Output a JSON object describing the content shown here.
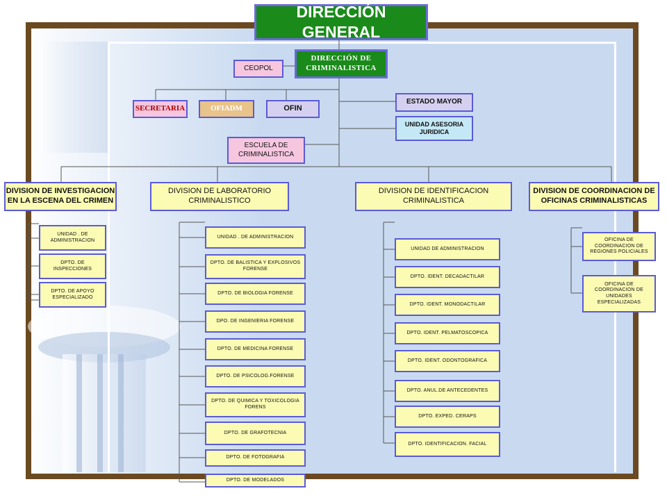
{
  "top": {
    "title": "DIRECCIÓN GENERAL",
    "crim": "DIRECCIÓN DE CRIMINALISTICA",
    "ceopol": "CEOPOL"
  },
  "staff": {
    "secretaria": "SECRETARIA",
    "ofiadm": "OFIADM",
    "ofin": "OFIN",
    "estado": "ESTADO MAYOR",
    "asesoria": "UNIDAD ASESORIA JURIDICA",
    "escuela": "ESCUELA DE CRIMINALISTICA"
  },
  "divisions": {
    "d1": "DIVISION DE INVESTIGACION EN LA ESCENA DEL CRIMEN",
    "d2": "DIVISION DE LABORATORIO CRIMINALISTICO",
    "d3": "DIVISION DE IDENTIFICACION CRIMINALISTICA",
    "d4": "DIVISION DE COORDINACION DE OFICINAS CRIMINALISTICAS"
  },
  "d1_units": [
    "UNIDAD . DE ADMINISTRACION",
    "DPTO. DE INSPECCIONES",
    "DPTO. DE APOYO ESPECIALIZADO"
  ],
  "d2_units": [
    "UNIDAD . DE ADMINISTRACION",
    "DPTO. DE BALISTICA Y EXPLOSIVOS FORENSE",
    "DPTO. DE BIOLOGIA FORENSE",
    "DPO. DE INGENIERIA FORENSE",
    "DPTO. DE MEDICINA FORENSE",
    "DPTO. DE PSICOLOG.FORENSE",
    "DPTO. DE QUIMICA Y TOXICOLOGIA FORENS",
    "DPTO. DE GRAFOTECNIA",
    "DPTO. DE FOTOGRAFIA",
    "DPTO. DE MODELADOS"
  ],
  "d3_units": [
    "UNIDAD DE ADMINISTRACION",
    "DPTO. IDENT. DECADACTILAR",
    "DPTO. IDENT. MONODACTILAR",
    "DPTO. IDENT. PELMATOSCOPICA",
    "DPTO. IDENT. ODONTOGRAFICA",
    "DPTO. ANUL.DE ANTECEDENTES",
    "DPTO. EXPED. CERAPS",
    "DPTO. IDENTIFICACION. FACIAL"
  ],
  "d4_units": [
    "OFICINA DE COORDINACION DE REGIONES POLICIALES",
    "OFICINA DE COORDINACION DE UNIDADES ESPECIALIZADAS"
  ],
  "colors": {
    "frame": "#6b4a22",
    "background": "#c9daf0",
    "border": "#5a5ad6",
    "yellow": "#fbfbb4",
    "pink": "#f6c6df",
    "lavender": "#d6d0f0",
    "cyan": "#c4e8f6",
    "green": "#1a8a1a"
  }
}
